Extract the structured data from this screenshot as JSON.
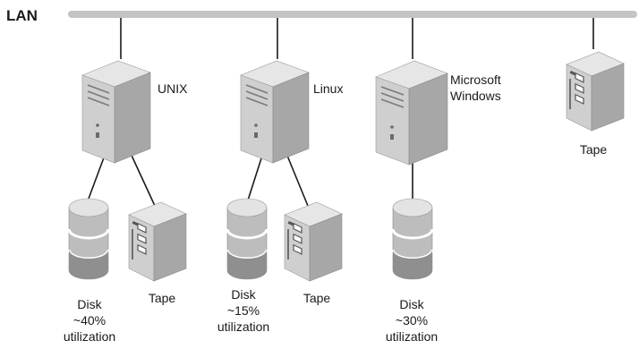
{
  "network": {
    "label": "LAN"
  },
  "servers": [
    {
      "label_lines": [
        "UNIX"
      ]
    },
    {
      "label_lines": [
        "Linux"
      ]
    },
    {
      "label_lines": [
        "Microsoft",
        "Windows"
      ]
    }
  ],
  "storage": [
    {
      "kind": "disk",
      "label_lines": [
        "Disk",
        "~40%",
        "utilization"
      ]
    },
    {
      "kind": "tape",
      "label_lines": [
        "Tape"
      ]
    },
    {
      "kind": "disk",
      "label_lines": [
        "Disk",
        "~15%",
        "utilization"
      ]
    },
    {
      "kind": "tape",
      "label_lines": [
        "Tape"
      ]
    },
    {
      "kind": "disk",
      "label_lines": [
        "Disk",
        "~30%",
        "utilization"
      ]
    },
    {
      "kind": "tape",
      "label_lines": [
        "Tape"
      ]
    }
  ],
  "colors": {
    "lan_bar": "#c4c4c4",
    "connector": "#1a1a1a",
    "device_front": "#cfcfcf",
    "device_side": "#a7a7a7",
    "device_top": "#e6e6e6"
  }
}
